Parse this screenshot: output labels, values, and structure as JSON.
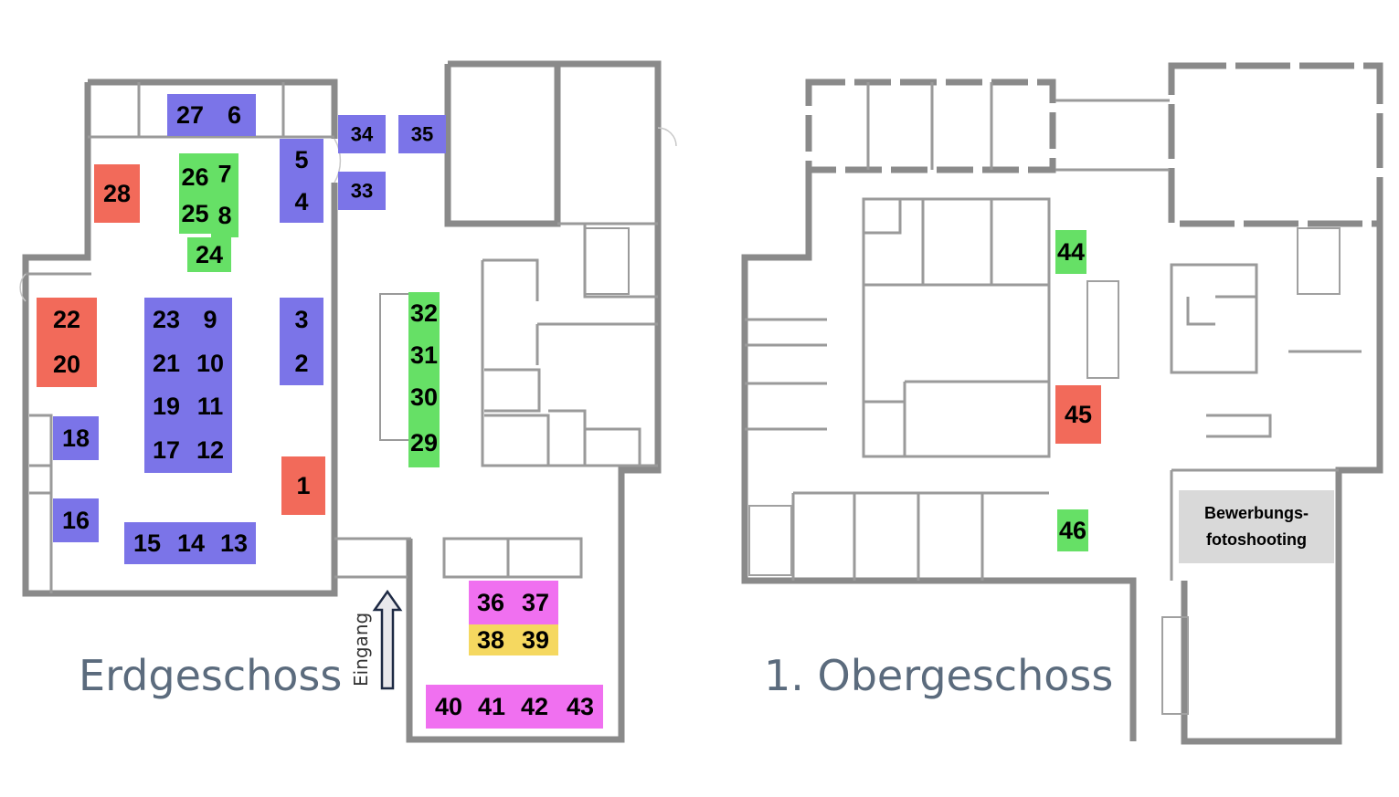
{
  "colors": {
    "blue": "#7b74e8",
    "green": "#66e066",
    "red": "#f26a5a",
    "magenta": "#f070f0",
    "yellow": "#f5d860",
    "grey": "#d9d9d9"
  },
  "floors": [
    {
      "id": "erdgeschoss",
      "title": "Erdgeschoss"
    },
    {
      "id": "obergeschoss",
      "title": "1. Obergeschoss"
    }
  ],
  "entrance": {
    "label": "Eingang"
  },
  "photo_booth": {
    "line1": "Bewerbungs-",
    "line2": "fotoshooting"
  },
  "booths": [
    {
      "n": "27",
      "c": "blue"
    },
    {
      "n": "6",
      "c": "blue"
    },
    {
      "n": "34",
      "c": "blue"
    },
    {
      "n": "35",
      "c": "blue"
    },
    {
      "n": "5",
      "c": "blue"
    },
    {
      "n": "4",
      "c": "blue"
    },
    {
      "n": "33",
      "c": "blue"
    },
    {
      "n": "28",
      "c": "red"
    },
    {
      "n": "26",
      "c": "green"
    },
    {
      "n": "7",
      "c": "green"
    },
    {
      "n": "25",
      "c": "green"
    },
    {
      "n": "8",
      "c": "green"
    },
    {
      "n": "24",
      "c": "green"
    },
    {
      "n": "22",
      "c": "red"
    },
    {
      "n": "20",
      "c": "red"
    },
    {
      "n": "23",
      "c": "blue"
    },
    {
      "n": "9",
      "c": "blue"
    },
    {
      "n": "21",
      "c": "blue"
    },
    {
      "n": "10",
      "c": "blue"
    },
    {
      "n": "19",
      "c": "blue"
    },
    {
      "n": "11",
      "c": "blue"
    },
    {
      "n": "17",
      "c": "blue"
    },
    {
      "n": "12",
      "c": "blue"
    },
    {
      "n": "3",
      "c": "blue"
    },
    {
      "n": "2",
      "c": "blue"
    },
    {
      "n": "32",
      "c": "green"
    },
    {
      "n": "31",
      "c": "green"
    },
    {
      "n": "30",
      "c": "green"
    },
    {
      "n": "29",
      "c": "green"
    },
    {
      "n": "18",
      "c": "blue"
    },
    {
      "n": "16",
      "c": "blue"
    },
    {
      "n": "1",
      "c": "red"
    },
    {
      "n": "15",
      "c": "blue"
    },
    {
      "n": "14",
      "c": "blue"
    },
    {
      "n": "13",
      "c": "blue"
    },
    {
      "n": "36",
      "c": "magenta"
    },
    {
      "n": "37",
      "c": "magenta"
    },
    {
      "n": "38",
      "c": "yellow"
    },
    {
      "n": "39",
      "c": "yellow"
    },
    {
      "n": "40",
      "c": "magenta"
    },
    {
      "n": "41",
      "c": "magenta"
    },
    {
      "n": "42",
      "c": "magenta"
    },
    {
      "n": "43",
      "c": "magenta"
    },
    {
      "n": "44",
      "c": "green"
    },
    {
      "n": "45",
      "c": "red"
    },
    {
      "n": "46",
      "c": "green"
    }
  ]
}
